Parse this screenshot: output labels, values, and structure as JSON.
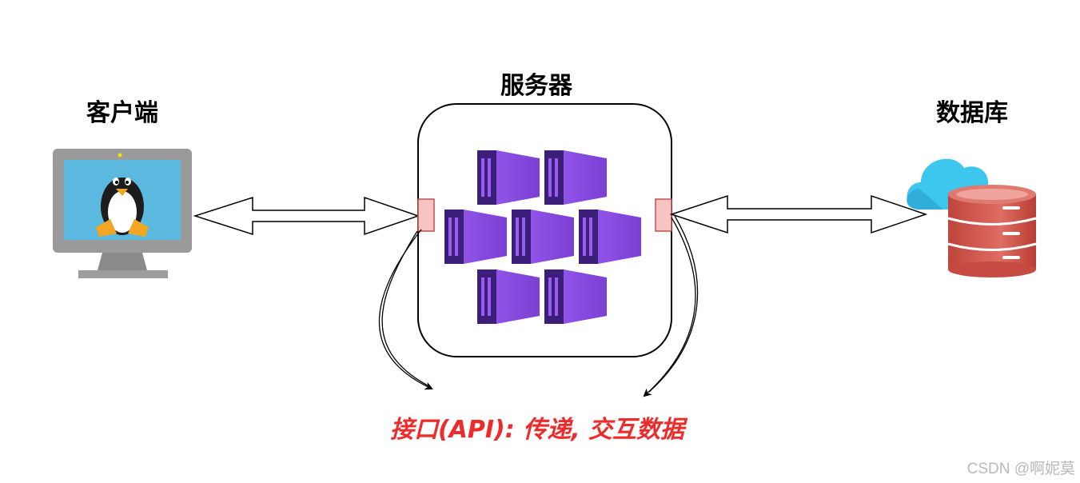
{
  "nodes": {
    "client": "客户端",
    "server": "服务器",
    "database": "数据库"
  },
  "api_caption": "接口(API): 传递, 交互数据",
  "watermark": "CSDN @啊妮莫",
  "colors": {
    "caption": "#ee2b2b",
    "monitor_screen": "#5bb8de",
    "container_purple": "#8a4fe0",
    "database_red": "#d0574e",
    "cloud_blue": "#3ec7ee",
    "port_fill": "#f6c4c2"
  },
  "icons": [
    "linux-computer-icon",
    "container-icon",
    "cloud-database-icon"
  ]
}
